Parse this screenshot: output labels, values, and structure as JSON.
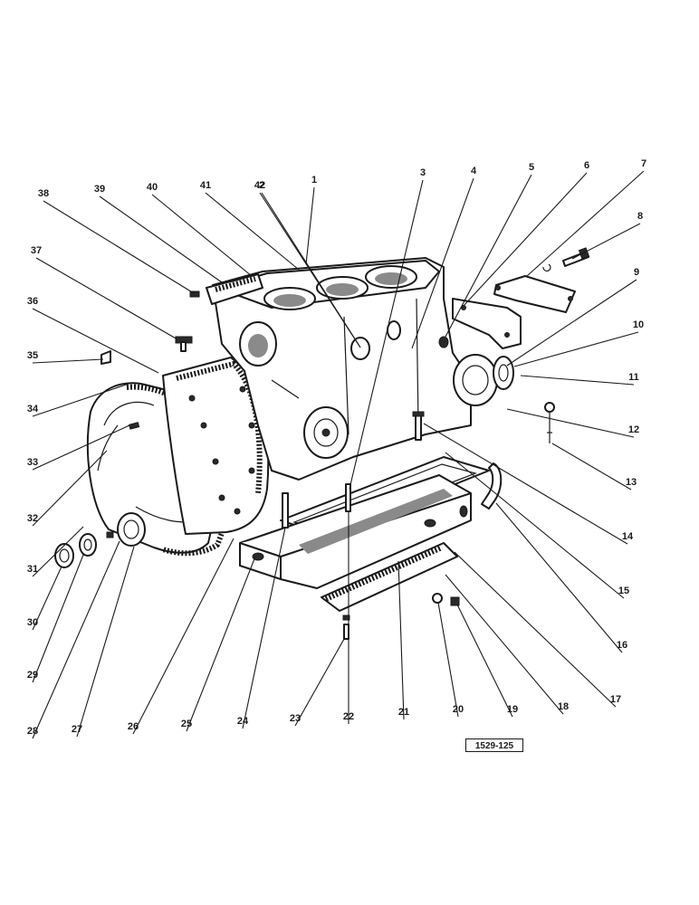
{
  "diagram": {
    "reference_code": "1529-125",
    "callouts": [
      "1",
      "2",
      "3",
      "4",
      "5",
      "6",
      "7",
      "8",
      "9",
      "10",
      "11",
      "12",
      "13",
      "14",
      "15",
      "16",
      "17",
      "18",
      "19",
      "20",
      "21",
      "22",
      "23",
      "24",
      "25",
      "26",
      "27",
      "28",
      "29",
      "30",
      "31",
      "32",
      "33",
      "34",
      "35",
      "36",
      "37",
      "38",
      "39",
      "40",
      "41",
      "42"
    ]
  },
  "colors": {
    "ink": "#1a1a1a",
    "paper": "#ffffff",
    "shade": "#8a8a8a"
  }
}
